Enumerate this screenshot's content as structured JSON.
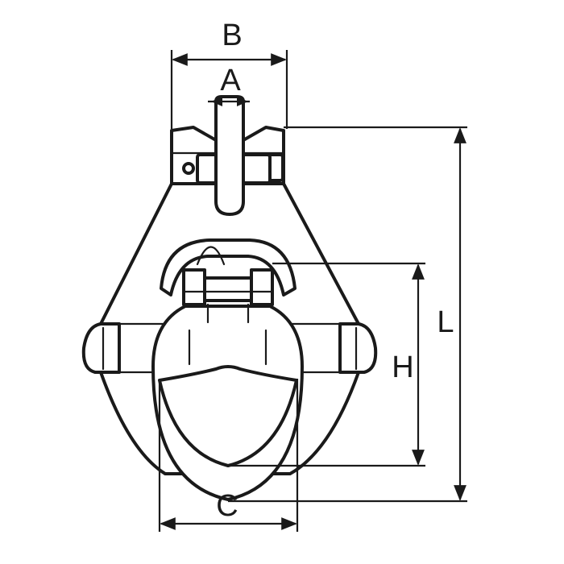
{
  "dimensions": [
    {
      "id": "A",
      "label": "A"
    },
    {
      "id": "B",
      "label": "B"
    },
    {
      "id": "C",
      "label": "C"
    },
    {
      "id": "H",
      "label": "H"
    },
    {
      "id": "L",
      "label": "L"
    }
  ],
  "colors": {
    "line": "#1a1a1a",
    "background": "#ffffff"
  }
}
